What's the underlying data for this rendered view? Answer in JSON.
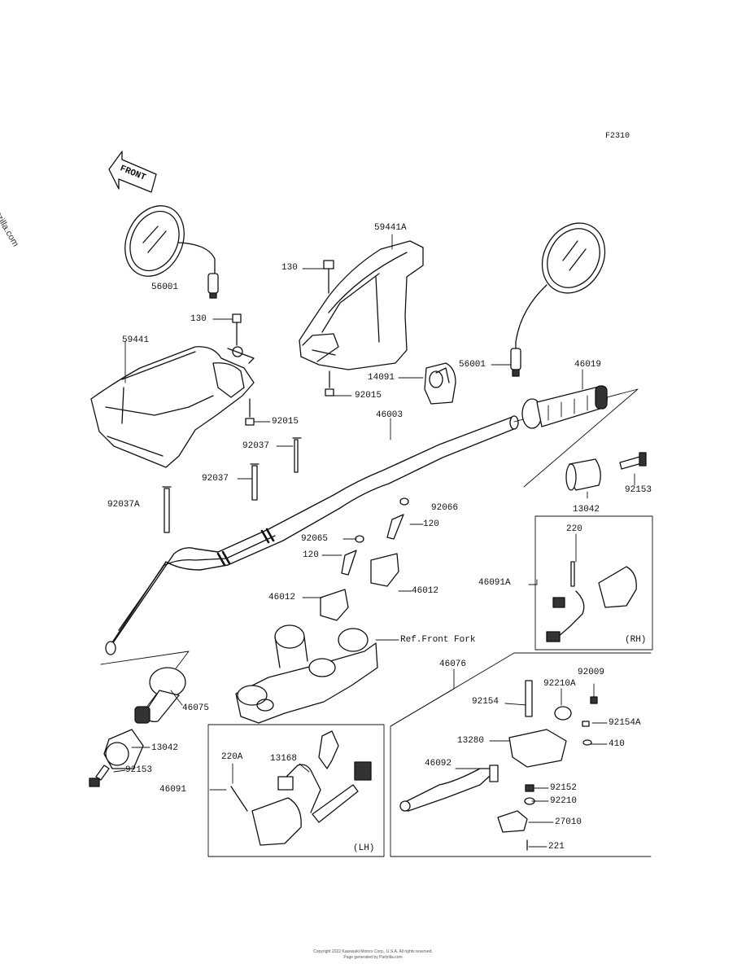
{
  "figure_code": "F2310",
  "watermark": "© Partzilla.com",
  "front_arrow": "FRONT",
  "footer_line1": "Copyright 2022 Kawasaki Motors Corp., U.S.A. All rights reserved.",
  "footer_line2": "Page generated by Partzilla.com",
  "parts": {
    "p56001_left": "56001",
    "p130_a": "130",
    "p59441": "59441",
    "p92015_a": "92015",
    "p92037": "92037",
    "p92037_b": "92037",
    "p92037A": "92037A",
    "p59441A": "59441A",
    "p130_b": "130",
    "p14091": "14091",
    "p92015_b": "92015",
    "p46003": "46003",
    "p56001_right": "56001",
    "p46019": "46019",
    "p92153_r": "92153",
    "p13042_r": "13042",
    "p92066": "92066",
    "p120_a": "120",
    "p92065": "92065",
    "p120_b": "120",
    "p46012_r": "46012",
    "p46012_l": "46012",
    "ref_front_fork": "Ref.Front Fork",
    "p46075": "46075",
    "p13042_l": "13042",
    "p92153_l": "92153",
    "p220": "220",
    "p46091A": "46091A",
    "rh": "(RH)",
    "p46076": "46076",
    "p92009": "92009",
    "p92210A": "92210A",
    "p92154": "92154",
    "p92154A": "92154A",
    "p13280": "13280",
    "p410": "410",
    "p46092": "46092",
    "p92152": "92152",
    "p92210": "92210",
    "p27010": "27010",
    "p221": "221",
    "p220A": "220A",
    "p13168": "13168",
    "p46091": "46091",
    "lh": "(LH)"
  }
}
